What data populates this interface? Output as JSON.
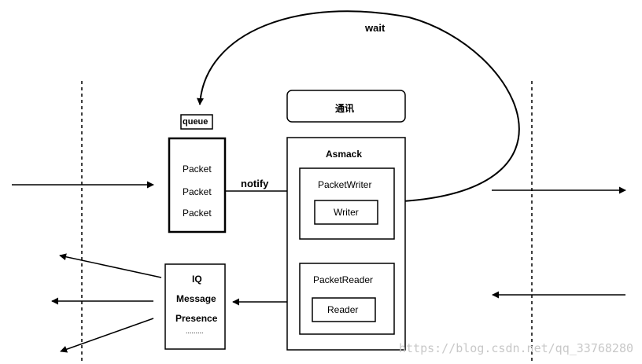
{
  "labels": {
    "wait": "wait",
    "notify": "notify",
    "queue": "queue",
    "comm": "通讯",
    "asmack": "Asmack",
    "packet_writer": "PacketWriter",
    "writer": "Writer",
    "packet_reader": "PacketReader",
    "reader": "Reader",
    "packets": [
      "Packet",
      "Packet",
      "Packet"
    ],
    "iq": "IQ",
    "message": "Message",
    "presence": "Presence",
    "ellipsis": "........."
  },
  "watermark": "https://blog.csdn.net/qq_33768280"
}
